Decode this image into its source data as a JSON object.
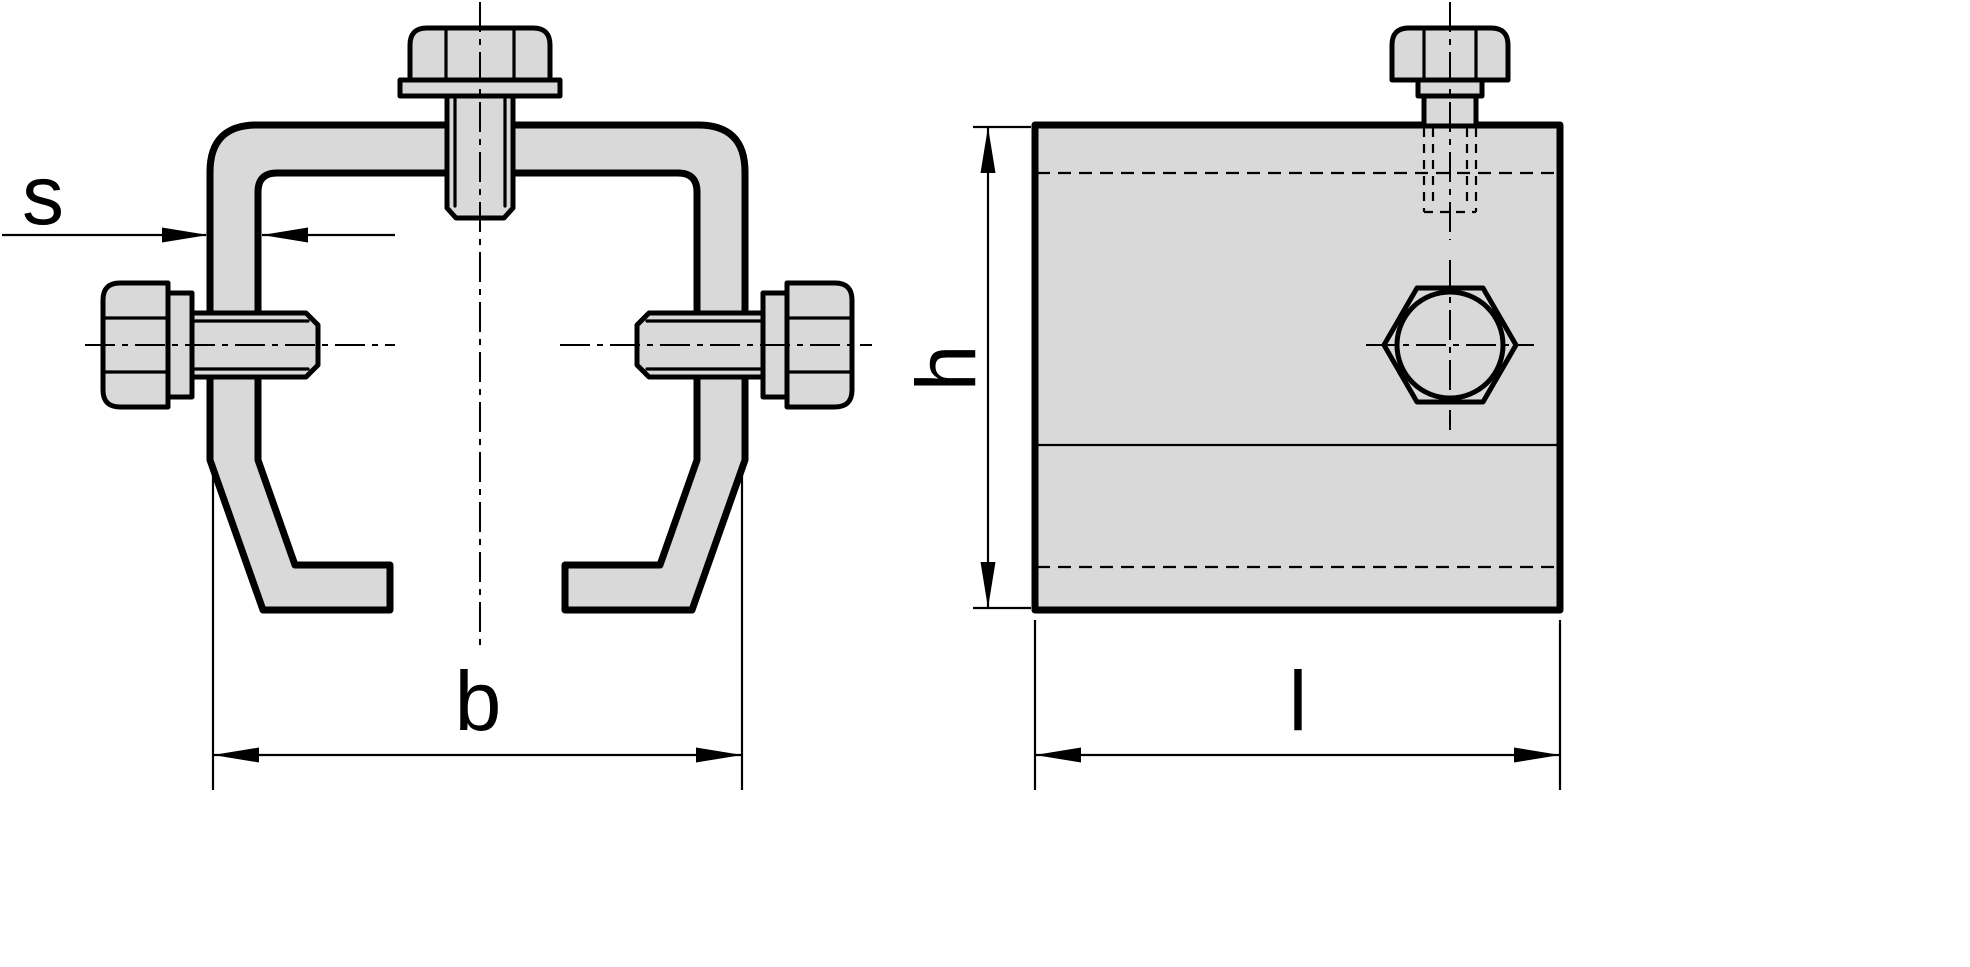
{
  "diagram": {
    "labels": {
      "thickness": "s",
      "width": "b",
      "height": "h",
      "length": "l"
    },
    "colors": {
      "part-fill": "#d9d9d9",
      "line": "#000000",
      "background": "#ffffff"
    }
  }
}
